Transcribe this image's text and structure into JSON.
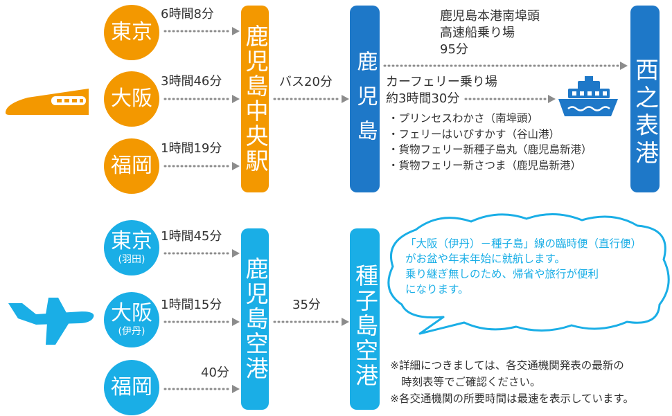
{
  "rail": {
    "origins": [
      {
        "name": "東京",
        "duration": "6時間8分"
      },
      {
        "name": "大阪",
        "duration": "3時間46分"
      },
      {
        "name": "福岡",
        "duration": "1時間19分"
      }
    ],
    "hub": "鹿児島中央駅",
    "bus": "バス20分",
    "port": "鹿児島",
    "highspeed": {
      "lines": [
        "鹿児島本港南埠頭",
        "高速船乗り場",
        "95分"
      ]
    },
    "ferry": {
      "title": "カーフェリー乗り場",
      "duration": "約3時間30分",
      "ships": [
        "・プリンセスわかさ（南埠頭）",
        "・フェリーはいびすかす（谷山港）",
        "・貨物フェリー新種子島丸（鹿児島新港）",
        "・貨物フェリー新さつま（鹿児島新港）"
      ]
    },
    "destination": "西之表港"
  },
  "air": {
    "origins": [
      {
        "name": "東京",
        "sub": "(羽田)",
        "duration": "1時間45分"
      },
      {
        "name": "大阪",
        "sub": "(伊丹)",
        "duration": "1時間15分"
      },
      {
        "name": "福岡",
        "duration": "40分"
      }
    ],
    "hub": "鹿児島空港",
    "transfer": "35分",
    "destination": "種子島空港"
  },
  "notice": {
    "lines": [
      "「大阪（伊丹）－種子島」線の臨時便（直行便）",
      "がお盆や年末年始に就航します。",
      "乗り継ぎ無しのため、帰省や旅行が便利",
      "になります。"
    ]
  },
  "notes": [
    "※詳細につきましては、各交通機関発表の最新の",
    "時刻表等でご確認ください。",
    "※各交通機関の所要時間は最速を表示しています。"
  ],
  "colors": {
    "rail": "#F39800",
    "sea": "#1E78C8",
    "air": "#1AAEE6",
    "arrow": "#8C8C8C",
    "text": "#333333"
  },
  "icons": {
    "rail": "train-icon",
    "sea": "ship-icon",
    "air": "plane-icon"
  }
}
